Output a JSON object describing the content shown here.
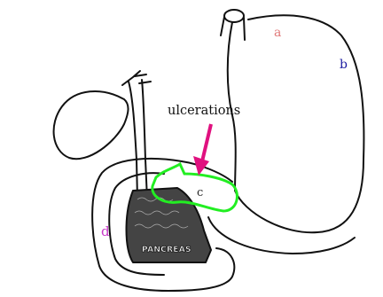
{
  "labels": {
    "a": "a",
    "b": "b",
    "c": "c",
    "d": "d",
    "ulcerations": "ulcerations",
    "pancreas": "PANCREAS"
  },
  "colors": {
    "label_a": "#e07a7a",
    "label_b": "#1a1aa0",
    "label_c": "#2a2a2a",
    "label_d": "#c837c8",
    "ulcer_outline": "#22ee22",
    "arrow": "#e0117f",
    "line": "#111111"
  }
}
